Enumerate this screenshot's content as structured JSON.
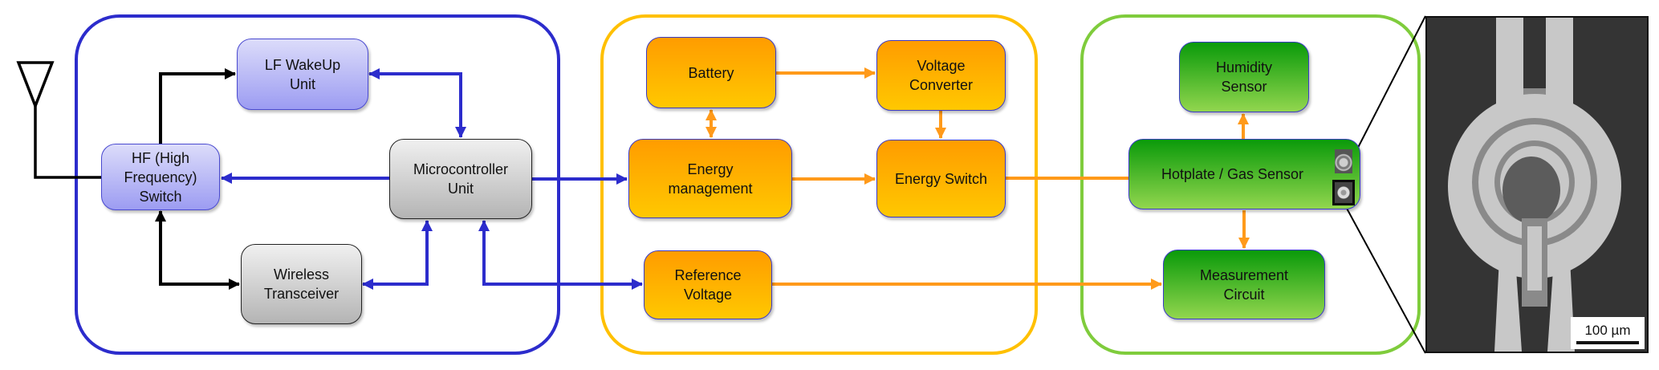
{
  "diagram": {
    "groups": [
      {
        "id": "communication",
        "color": "#2c2ccc"
      },
      {
        "id": "power",
        "color": "#ffc000"
      },
      {
        "id": "sensing",
        "color": "#7fcc3c"
      }
    ],
    "blocks": {
      "lf_wakeup": "LF WakeUp\nUnit",
      "hf_switch": "HF (High\nFrequency)\nSwitch",
      "microcontroller": "Microcontroller\nUnit",
      "wireless": "Wireless\nTransceiver",
      "battery": "Battery",
      "voltage_converter": "Voltage\nConverter",
      "energy_management": "Energy\nmanagement",
      "energy_switch": "Energy Switch",
      "reference_voltage": "Reference\nVoltage",
      "humidity_sensor": "Humidity\nSensor",
      "hotplate": "Hotplate / Gas Sensor",
      "measurement": "Measurement\nCircuit"
    },
    "connections": [
      {
        "from": "antenna",
        "to": "hf_switch",
        "color": "black"
      },
      {
        "from": "hf_switch",
        "to": "lf_wakeup",
        "color": "black"
      },
      {
        "from": "hf_switch",
        "to": "wireless",
        "color": "black",
        "bidirectional": true
      },
      {
        "from": "microcontroller",
        "to": "lf_wakeup",
        "color": "blue",
        "bidirectional": true
      },
      {
        "from": "microcontroller",
        "to": "hf_switch",
        "color": "blue"
      },
      {
        "from": "microcontroller",
        "to": "wireless",
        "color": "blue",
        "bidirectional": true
      },
      {
        "from": "microcontroller",
        "to": "energy_management",
        "color": "blue"
      },
      {
        "from": "microcontroller",
        "to": "reference_voltage",
        "color": "blue",
        "bidirectional": true
      },
      {
        "from": "battery",
        "to": "voltage_converter",
        "color": "orange"
      },
      {
        "from": "battery",
        "to": "energy_management",
        "color": "orange",
        "bidirectional": true
      },
      {
        "from": "voltage_converter",
        "to": "energy_switch",
        "color": "orange"
      },
      {
        "from": "energy_management",
        "to": "energy_switch",
        "color": "orange"
      },
      {
        "from": "energy_switch",
        "to": "hotplate",
        "color": "orange"
      },
      {
        "from": "hotplate",
        "to": "humidity_sensor",
        "color": "orange"
      },
      {
        "from": "hotplate",
        "to": "measurement",
        "color": "orange"
      },
      {
        "from": "reference_voltage",
        "to": "measurement",
        "color": "orange"
      }
    ],
    "colors": {
      "blue": "#2c2ccc",
      "black": "#000000",
      "orange": "#ff9a1a"
    },
    "micrograph": {
      "scale_label": "100 µm"
    }
  }
}
